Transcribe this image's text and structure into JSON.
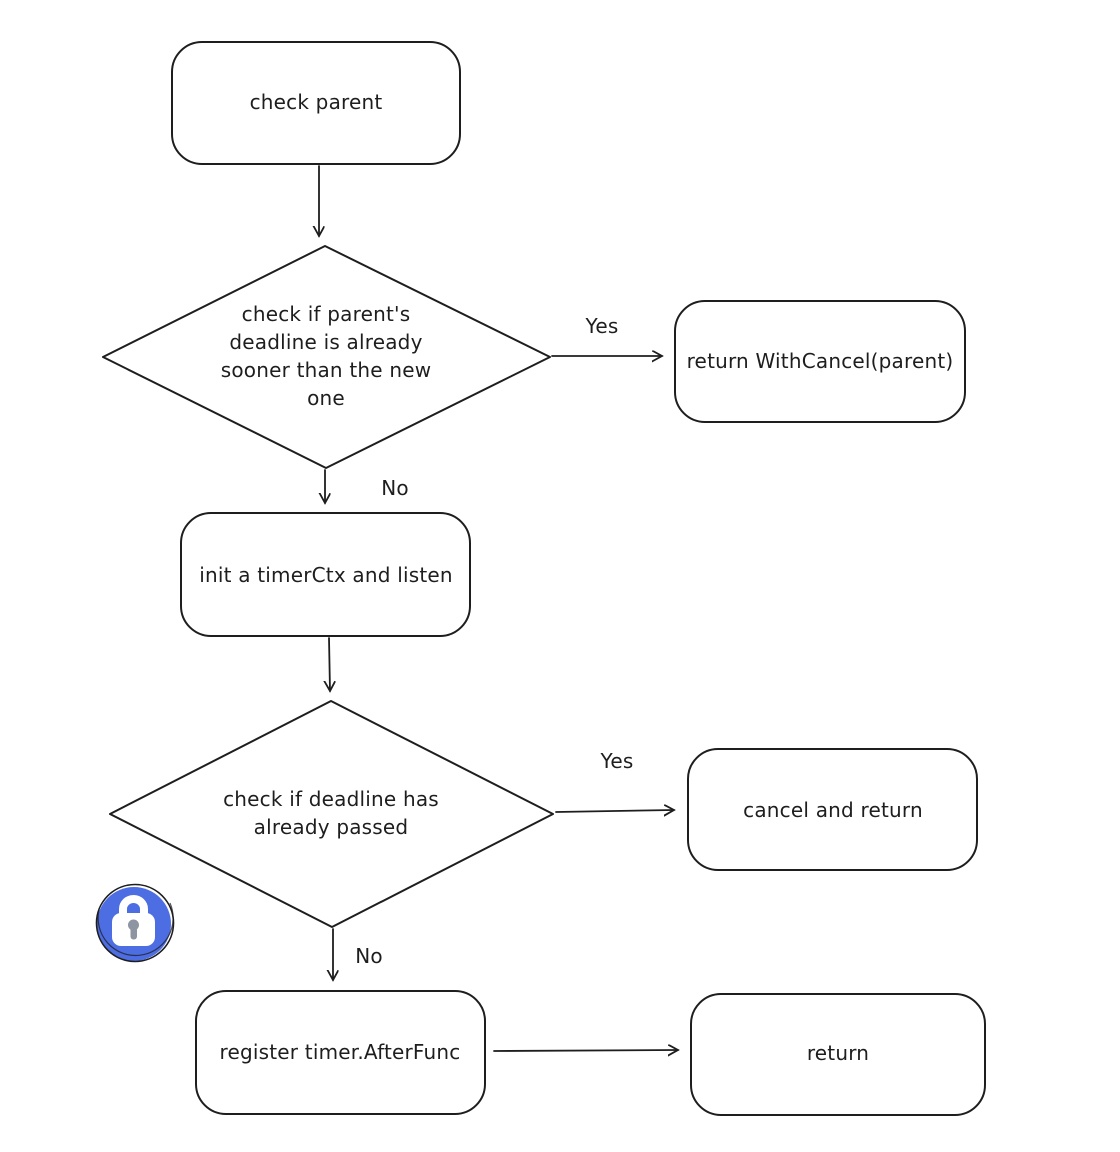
{
  "diagram": {
    "background_color": "#ffffff",
    "stroke_color": "#1e1e1e",
    "nodes": {
      "check_parent": {
        "shape": "rounded-rect",
        "label": "check parent"
      },
      "parent_deadline_decision": {
        "shape": "diamond",
        "lines": [
          "check if parent's",
          "deadline is already",
          "sooner than the new",
          "one"
        ]
      },
      "return_with_cancel": {
        "shape": "rounded-rect",
        "label": "return WithCancel(parent)"
      },
      "init_timer_ctx": {
        "shape": "rounded-rect",
        "label": "init a timerCtx and listen"
      },
      "deadline_passed_decision": {
        "shape": "diamond",
        "lines": [
          "check if deadline has",
          "already passed"
        ]
      },
      "cancel_and_return": {
        "shape": "rounded-rect",
        "label": "cancel and return"
      },
      "register_after_func": {
        "shape": "rounded-rect",
        "label": "register timer.AfterFunc"
      },
      "return_node": {
        "shape": "rounded-rect",
        "label": "return"
      }
    },
    "edge_labels": {
      "parent_deadline_yes": "Yes",
      "parent_deadline_no": "No",
      "deadline_passed_yes": "Yes",
      "deadline_passed_no": "No"
    },
    "icons": {
      "lock": {
        "name": "lock-icon",
        "circle_color": "#4d6de3",
        "glyph_color": "#ffffff",
        "keyhole_color": "#8d95a2",
        "outline_color": "#1e1e1e"
      }
    }
  }
}
